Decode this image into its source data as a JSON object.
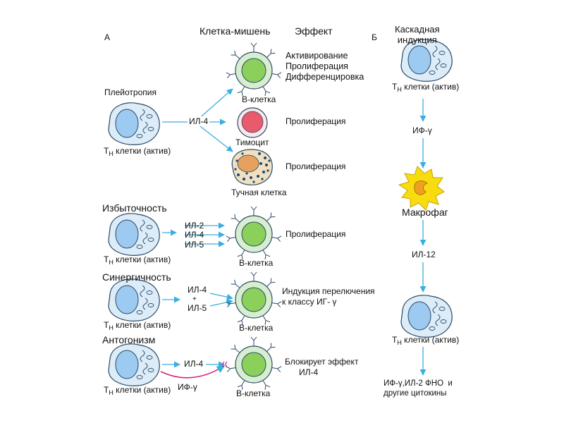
{
  "labels": {
    "panel_a": "А",
    "panel_b": "Б",
    "target_cell_header": "Клетка-мишень",
    "effect_header": "Эффект",
    "pleiotropy": "Плейотропия",
    "redundancy": "Избыточность",
    "synergy": "Синергичность",
    "antagonism": "Антогонизм",
    "cascade": "Каскадная\nиндукция",
    "th_prefix": "T",
    "th_sub": "H",
    "th_suffix": " клетки (актив)",
    "il4": "ИЛ-4",
    "il2": "ИЛ-2",
    "il5": "ИЛ-5",
    "plus": "+",
    "ifg": "ИФ-γ",
    "il12": "ИЛ-12",
    "b_cell": "В-клетка",
    "thymocyte": "Тимоцит",
    "mast_cell": "Тучная клетка",
    "macrophage": "Макрофаг",
    "effect_activation": "Активирование\nПролиферация\nДифференцировка",
    "effect_proliferation": "Пролиферация",
    "effect_switch": "Индукция перелючения\nк классу ИГ- γ",
    "effect_block": "Блокирует эффект\n      ИЛ-4",
    "cascade_output": "ИФ-γ,ИЛ-2 ФНО  и\nдругие цитокины"
  },
  "colors": {
    "arrow": "#3aaee0",
    "antagonism_arrow": "#d6247a",
    "th_cell_fill": "#dcecf8",
    "th_nucleus": "#9ccaf0",
    "b_cell_outer": "#d8eed0",
    "b_cell_inner": "#8cd05c",
    "thymocyte_outer": "#fbe8ec",
    "thymocyte_inner": "#e85a6c",
    "mast_outer": "#f0e0c0",
    "mast_nucleus": "#e6a060",
    "mast_granules": "#1a4a7a",
    "macrophage": "#f8dc10"
  }
}
